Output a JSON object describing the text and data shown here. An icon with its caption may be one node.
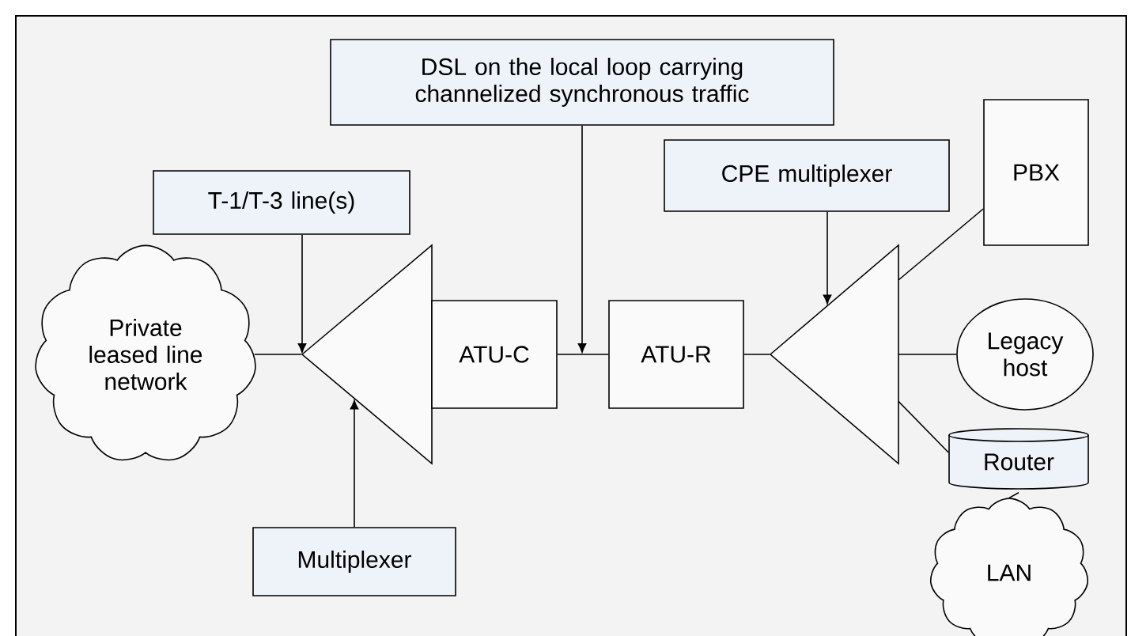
{
  "diagram": {
    "nodes": [
      {
        "text": [
          "DSL on the local loop carrying channelized synchronous traffic"
        ]
      },
      {
        "text": [
          "T-1/T-3 line(s)"
        ]
      },
      {
        "text": [
          "Private leased line network"
        ]
      },
      {
        "text": [],
        "shape": "triangle"
      },
      {
        "text": [
          "ATU-C"
        ]
      },
      {
        "text": [
          "ATU-R"
        ]
      },
      {
        "text": [
          "CPE multiplexer"
        ]
      },
      {
        "text": [],
        "shape": "triangle"
      },
      {
        "text": [
          "PBX"
        ]
      },
      {
        "text": [
          "Legacy host"
        ]
      },
      {
        "text": [
          "Router"
        ]
      },
      {
        "text": [
          "LAN"
        ]
      },
      {
        "text": [
          "Multiplexer"
        ]
      }
    ],
    "edges": [
      {
        "from": 2,
        "to": 3,
        "arrow": "none"
      },
      {
        "from": 1,
        "to": 3,
        "arrow": "to"
      },
      {
        "from": 12,
        "to": 3,
        "arrow": "to"
      },
      {
        "from": 4,
        "to": 5,
        "arrow": "none"
      },
      {
        "from": 0,
        "to": null,
        "arrow": "to"
      },
      {
        "from": 5,
        "to": 7,
        "arrow": "none"
      },
      {
        "from": 6,
        "to": 7,
        "arrow": "to"
      },
      {
        "from": 7,
        "to": 8,
        "arrow": "none"
      },
      {
        "from": 7,
        "to": 9,
        "arrow": "none"
      },
      {
        "from": 7,
        "to": 10,
        "arrow": "none"
      },
      {
        "from": 10,
        "to": 11,
        "arrow": "none"
      }
    ]
  }
}
